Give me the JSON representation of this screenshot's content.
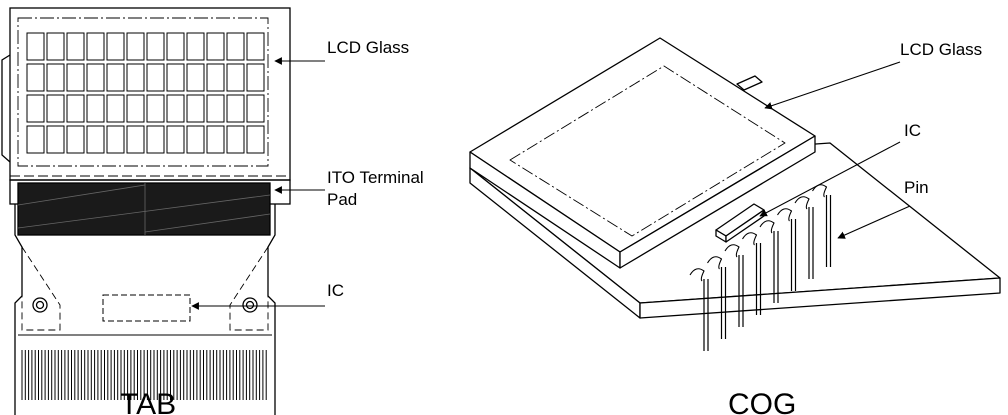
{
  "tab": {
    "lcd_glass_label": "LCD Glass",
    "ito_label_line1": "ITO Terminal",
    "ito_label_line2": "Pad",
    "ic_label": "IC",
    "caption": "TAB"
  },
  "cog": {
    "lcd_glass_label": "LCD Glass",
    "ic_label": "IC",
    "pin_label": "Pin",
    "caption": "COG"
  }
}
